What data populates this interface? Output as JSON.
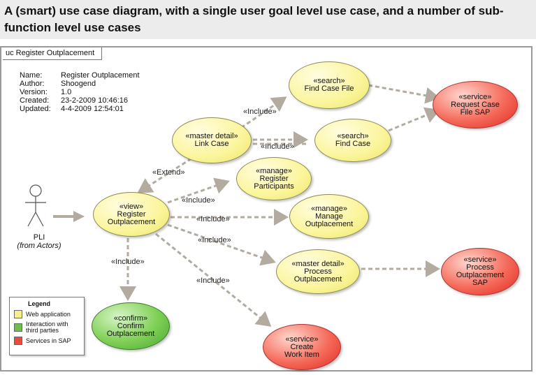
{
  "title": "A (smart) use case diagram, with a single user goal level use case, and a number of sub-function level use cases",
  "frame_label": "uc Register Outplacement",
  "meta": [
    {
      "key": "Name:",
      "value": "Register Outplacement"
    },
    {
      "key": "Author:",
      "value": "Shoogend"
    },
    {
      "key": "Version:",
      "value": "1.0"
    },
    {
      "key": "Created:",
      "value": "23-2-2009 10:46:16"
    },
    {
      "key": "Updated:",
      "value": "4-4-2009 12:54:01"
    }
  ],
  "actor": {
    "name": "PLI",
    "sub": "(from Actors)"
  },
  "use_cases": {
    "find_case_file": {
      "stereotype": "«search»",
      "line1": "Find Case File",
      "line2": ""
    },
    "request_case_file": {
      "stereotype": "«service»",
      "line1": "Request Case",
      "line2": "File SAP"
    },
    "link_case": {
      "stereotype": "«master detail»",
      "line1": "Link Case",
      "line2": ""
    },
    "find_case": {
      "stereotype": "«search»",
      "line1": "Find Case",
      "line2": ""
    },
    "register_participants": {
      "stereotype": "«manage»",
      "line1": "Register",
      "line2": "Participants"
    },
    "register_outplacement": {
      "stereotype": "«view»",
      "line1": "Register",
      "line2": "Outplacement"
    },
    "manage_outplacement": {
      "stereotype": "«manage»",
      "line1": "Manage",
      "line2": "Outplacement"
    },
    "process_outplacement": {
      "stereotype": "«master detail»",
      "line1": "Process",
      "line2": "Outplacement"
    },
    "process_outplacement_sap": {
      "stereotype": "«service»",
      "line1": "Process",
      "line2": "Outplacement",
      "line3": "SAP"
    },
    "confirm_outplacement": {
      "stereotype": "«confirm»",
      "line1": "Confirm",
      "line2": "Outplacement"
    },
    "create_work_item": {
      "stereotype": "«service»",
      "line1": "Create",
      "line2": "Work Item"
    }
  },
  "relations": {
    "include_find_case_file": "«Include»",
    "include_find_case": "«Include»",
    "extend": "«Extend»",
    "include_participants": "«Include»",
    "include_manage": "«Include»",
    "include_process": "«Include»",
    "include_confirm": "«Include»",
    "include_work_item": "«Include»"
  },
  "legend": {
    "title": "Legend",
    "items": [
      {
        "label": "Web application",
        "color": "#f6ef8a"
      },
      {
        "label": "Interaction with third parties",
        "color": "#6cc04a"
      },
      {
        "label": "Services in SAP",
        "color": "#ee4a3a"
      }
    ]
  },
  "colors": {
    "arrow": "#b3aba0",
    "web": "#fbf59a",
    "service": "#f56a5a",
    "third_party": "#7fcf55"
  }
}
